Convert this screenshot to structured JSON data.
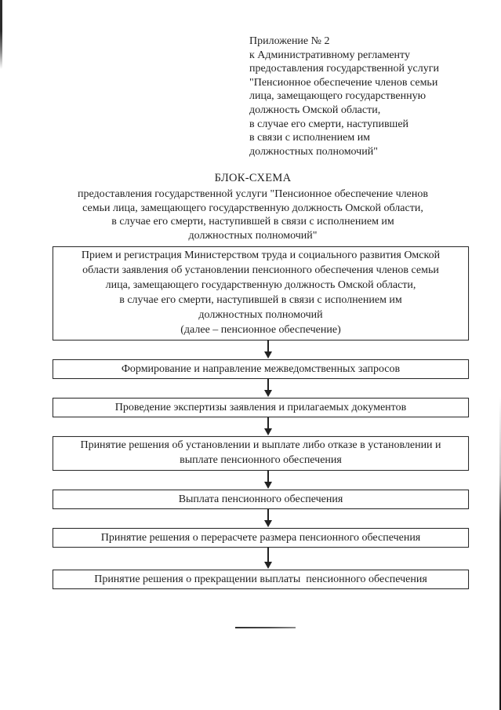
{
  "appendix": {
    "lines": [
      "Приложение № 2",
      "к Административному регламенту",
      "предоставления государственной услуги",
      "\"Пенсионное обеспечение членов семьи",
      "лица, замещающего государственную",
      "должность Омской области,",
      "в случае его смерти, наступившей",
      "в связи с исполнением им",
      "должностных полномочий\""
    ]
  },
  "title": {
    "heading": "БЛОК-СХЕМА",
    "subtitle_lines": [
      "предоставления государственной услуги \"Пенсионное обеспечение членов",
      "семьи лица, замещающего государственную должность Омской области,",
      "в случае его смерти, наступившей в связи с исполнением им",
      "должностных полномочий\""
    ]
  },
  "flowchart": {
    "boxes": [
      {
        "name": "reception-registration",
        "lines": [
          "Прием и регистрация Министерством труда и социального развития Омской",
          "области заявления об установлении пенсионного обеспечения членов семьи",
          "лица, замещающего государственную должность Омской области,",
          "в случае его смерти, наступившей в связи с исполнением им",
          "должностных полномочий",
          "(далее – пенсионное обеспечение)"
        ]
      },
      {
        "name": "interagency-requests",
        "lines": [
          "Формирование и направление межведомственных запросов"
        ]
      },
      {
        "name": "application-expertise",
        "lines": [
          "Проведение экспертизы заявления и прилагаемых документов"
        ]
      },
      {
        "name": "decision-establish-or-refuse",
        "lines": [
          "Принятие решения об установлении и выплате либо отказе в установлении и",
          "выплате пенсионного обеспечения"
        ]
      },
      {
        "name": "pension-payment",
        "lines": [
          "Выплата пенсионного обеспечения"
        ]
      },
      {
        "name": "recalculation-decision",
        "lines": [
          "Принятие решения о перерасчете размера пенсионного обеспечения"
        ]
      },
      {
        "name": "termination-decision",
        "lines": [
          "Принятие решения о прекращении выплаты  пенсионного обеспечения"
        ]
      }
    ]
  },
  "colors": {
    "ink": "#1f1f1f",
    "box_border": "#2d2d2d",
    "background": "#ffffff"
  }
}
